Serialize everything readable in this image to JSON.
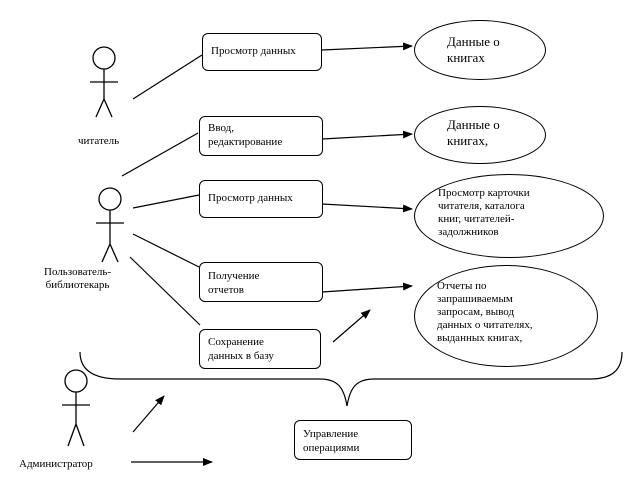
{
  "actors": {
    "reader": "читатель",
    "librarian": "Пользователь-\nбиблиотекарь",
    "admin": "Администратор"
  },
  "use_cases": {
    "view_data_1": "Просмотр данных",
    "input_edit": "Ввод,\nредактирование",
    "view_data_2": "Просмотр данных",
    "get_reports": "Получение\nотчетов",
    "save_data": "Сохранение\nданных в базу",
    "manage_ops": "Управление\nоперациями"
  },
  "results": {
    "book_data_1": "Данные о\nкнигах",
    "book_data_2": "Данные о\nкнигах,",
    "reader_card": "Просмотр карточки\nчитателя, каталога\nкниг, читателей-\nзадолжников",
    "reports": "Отчеты по\nзапрашиваемым\nзапросам, вывод\nданных о читателях,\nвыданных книгах,"
  }
}
